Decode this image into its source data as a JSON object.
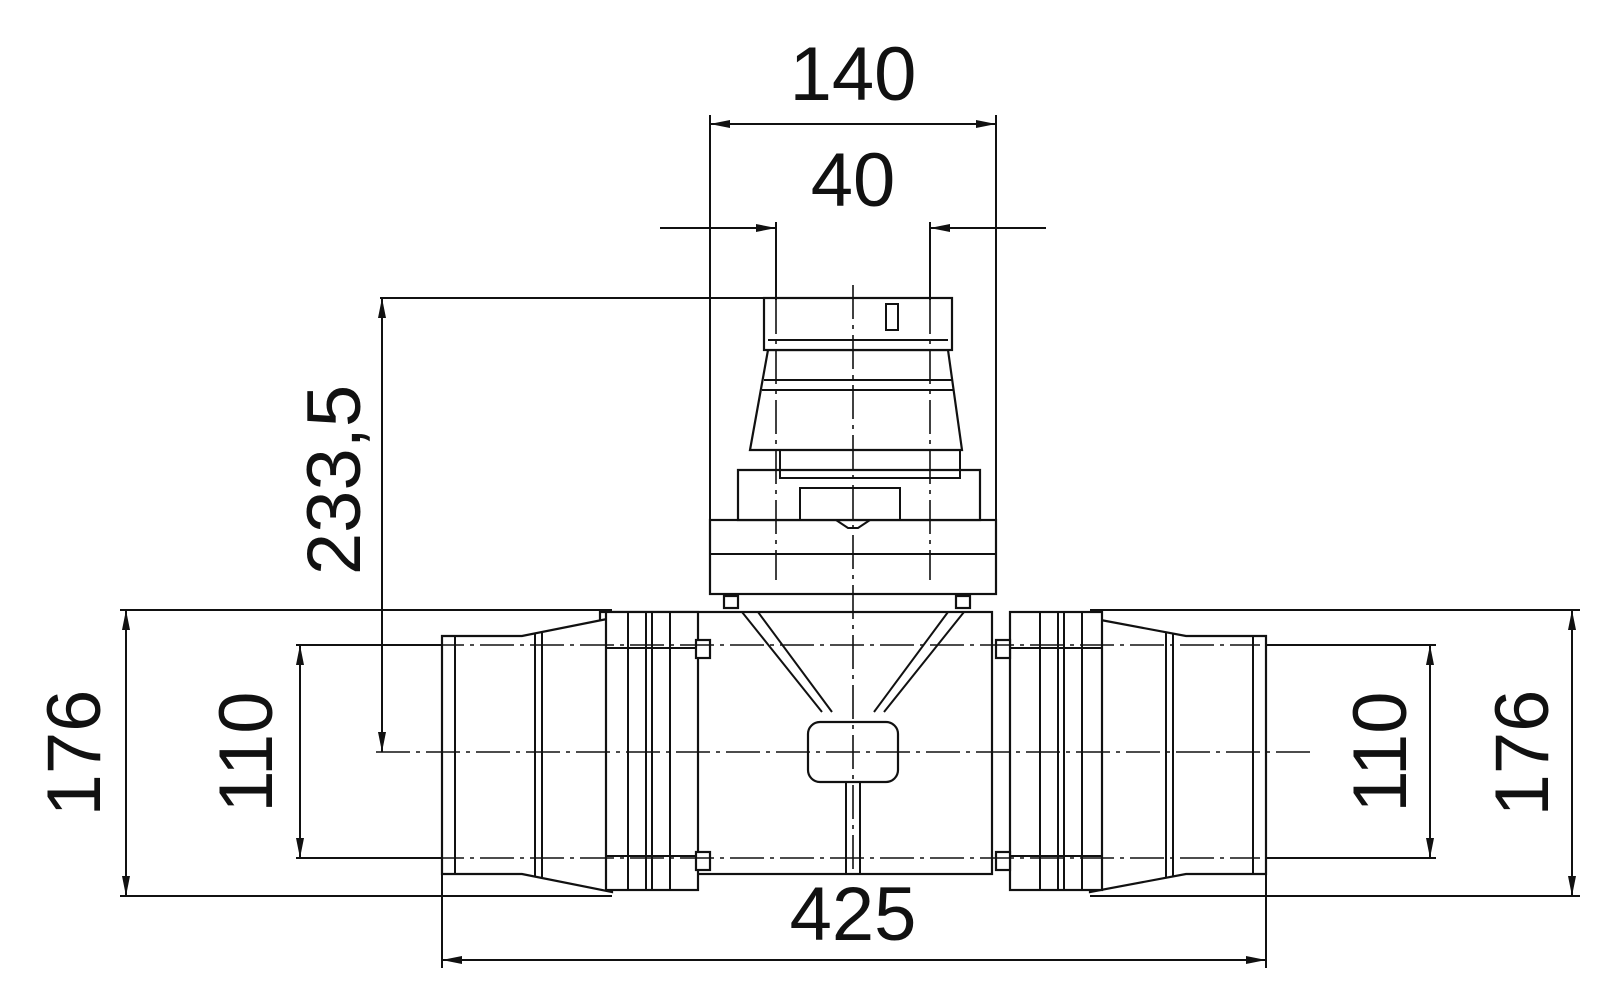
{
  "dimensions": {
    "top_width": "140",
    "inner_width": "40",
    "height_to_center": "233,5",
    "left_outer": "176",
    "left_inner": "110",
    "right_inner": "110",
    "right_outer": "176",
    "overall_length": "425"
  }
}
